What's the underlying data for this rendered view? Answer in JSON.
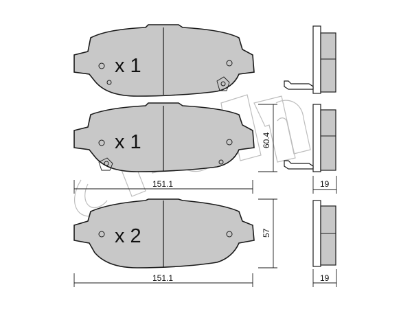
{
  "pads": [
    {
      "quantity_label": "x 1"
    },
    {
      "quantity_label": "x 1"
    },
    {
      "quantity_label": "x 2"
    }
  ],
  "dimensions": {
    "width_upper": "151.1",
    "width_lower": "151.1",
    "height_upper": "60.4",
    "height_lower": "57",
    "thickness_upper": "19",
    "thickness_lower": "19"
  },
  "watermark": {
    "brand": "cifam"
  },
  "colors": {
    "pad_fill": "#c8c8c8",
    "outline": "#1a1a1a",
    "watermark": "#bdbdbd"
  }
}
